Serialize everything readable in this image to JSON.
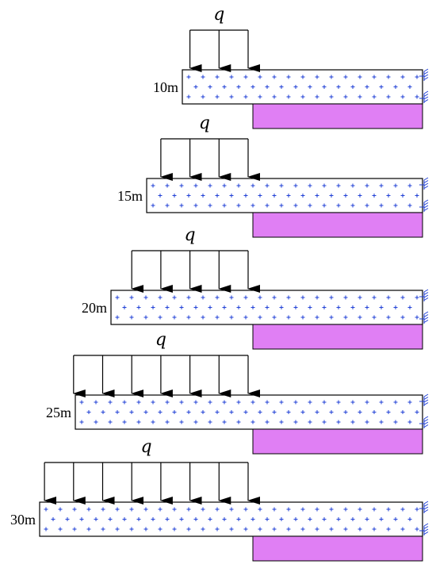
{
  "load_label": "q",
  "colors": {
    "outline": "#000000",
    "soil_marks": "#1f3fd6",
    "support": "#1f3fd6",
    "block_fill": "#e07ff4",
    "block_stroke": "#000000"
  },
  "icons": {
    "load_arrow": "arrow-down-icon",
    "fixed_support": "fixed-support-icon"
  },
  "cases": [
    {
      "length_label": "10m",
      "arrow_count": 3
    },
    {
      "length_label": "15m",
      "arrow_count": 4
    },
    {
      "length_label": "20m",
      "arrow_count": 5
    },
    {
      "length_label": "25m",
      "arrow_count": 7
    },
    {
      "length_label": "30m",
      "arrow_count": 8
    }
  ]
}
